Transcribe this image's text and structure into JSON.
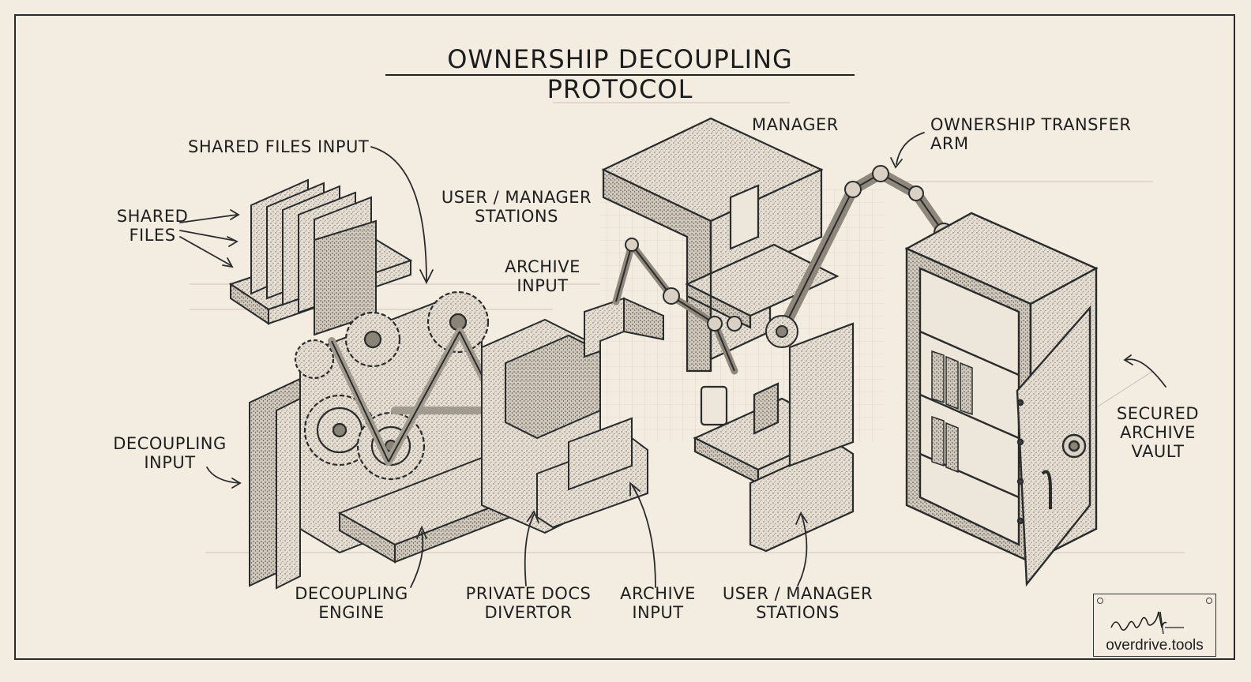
{
  "title": "OWNERSHIP DECOUPLING PROTOCOL",
  "labels": {
    "shared_files_input": "SHARED FILES INPUT",
    "shared_files": [
      "SHARED",
      "FILES"
    ],
    "user_manager_stations_top": [
      "USER / MANAGER",
      "STATIONS"
    ],
    "manager": "MANAGER",
    "ownership_transfer_arm": [
      "OWNERSHIP TRANSFER",
      "ARM"
    ],
    "archive_input_mid": [
      "ARCHIVE",
      "INPUT"
    ],
    "decoupling_input": [
      "DECOUPLING",
      "INPUT"
    ],
    "secured_archive_vault": [
      "SECURED",
      "ARCHIVE",
      "VAULT"
    ],
    "decoupling_engine": [
      "DECOUPLING",
      "ENGINE"
    ],
    "private_docs_divertor": [
      "PRIVATE DOCS",
      "DIVERTOR"
    ],
    "archive_input_bottom": [
      "ARCHIVE",
      "INPUT"
    ],
    "user_manager_stations_bottom": [
      "USER / MANAGER",
      "STATIONS"
    ]
  },
  "badge": {
    "signature": "overdri",
    "site": "overdrive.tools"
  },
  "colors": {
    "paper": "#f3ece0",
    "ink": "#2b2b2b",
    "lock_gold": "#d9b25a"
  }
}
